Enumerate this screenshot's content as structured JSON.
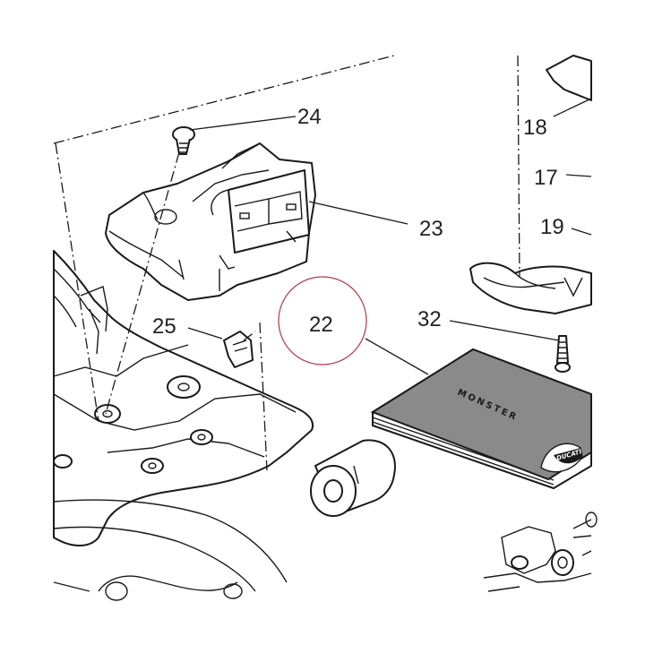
{
  "diagram": {
    "callouts": [
      {
        "id": "c18",
        "label": "18"
      },
      {
        "id": "c17",
        "label": "17"
      },
      {
        "id": "c19",
        "label": "19"
      },
      {
        "id": "c24",
        "label": "24"
      },
      {
        "id": "c23",
        "label": "23"
      },
      {
        "id": "c25",
        "label": "25"
      },
      {
        "id": "c22",
        "label": "22"
      },
      {
        "id": "c32",
        "label": "32"
      }
    ],
    "manual_cover_text": "MONSTER",
    "manual_logo_text": "DUCATI",
    "highlight_color": "#b3364a"
  }
}
